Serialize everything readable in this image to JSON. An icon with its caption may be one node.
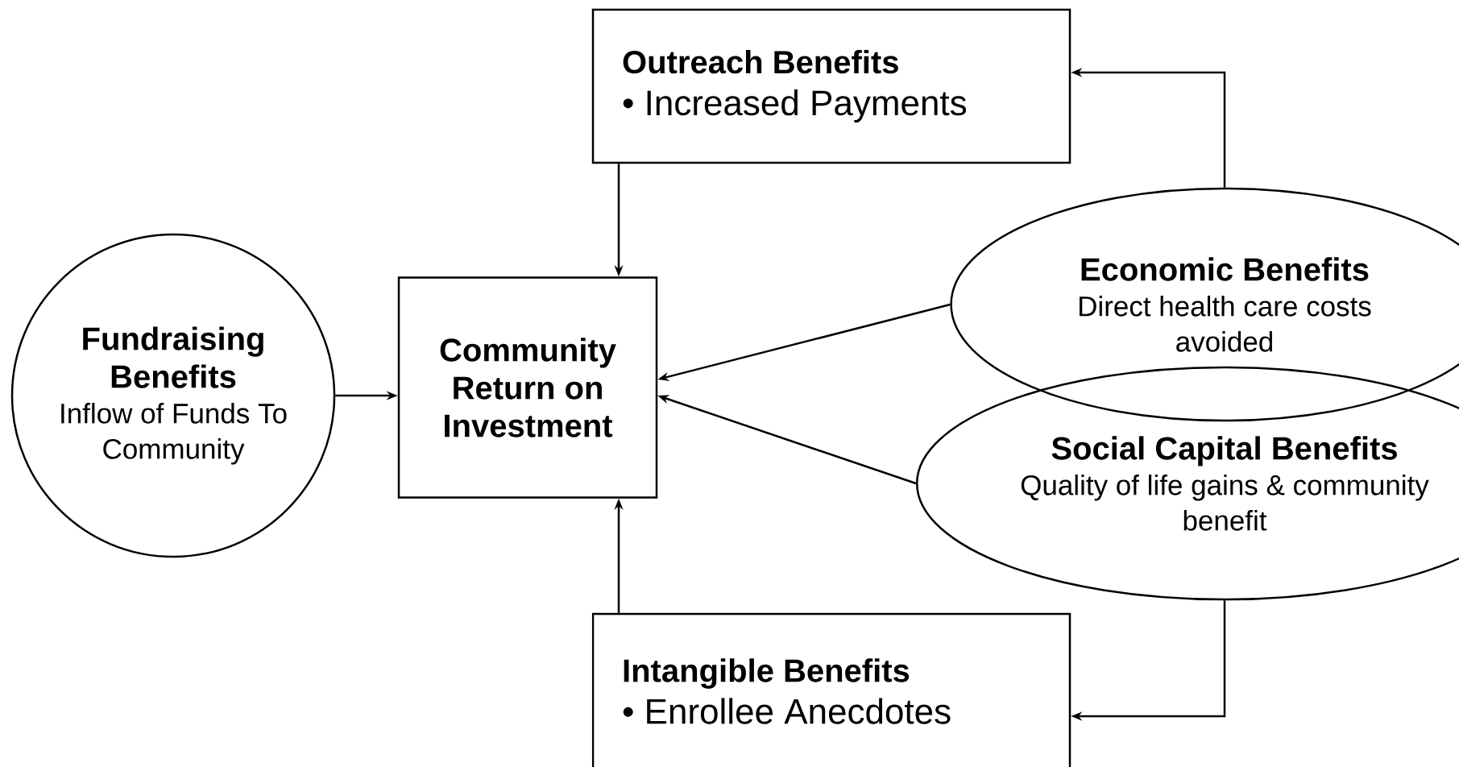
{
  "diagram": {
    "nodes": [
      {
        "text": [
          "Outreach Benefits",
          "• Increased Payments"
        ]
      },
      {
        "text": [
          "Fundraising Benefits",
          "Inflow of Funds To Community"
        ]
      },
      {
        "text": [
          "Community Return on Investment"
        ]
      },
      {
        "text": [
          "Economic Benefits",
          "Direct health care costs avoided"
        ]
      },
      {
        "text": [
          "Social Capital Benefits",
          "Quality of life gains & community benefit"
        ]
      },
      {
        "text": [
          "Intangible Benefits",
          "• Enrollee Anecdotes"
        ]
      }
    ],
    "edges": [
      {
        "from": 0,
        "to": 2,
        "arrow": "to"
      },
      {
        "from": 3,
        "to": 0,
        "arrow": "to"
      },
      {
        "from": 1,
        "to": 2,
        "arrow": "to"
      },
      {
        "from": 3,
        "to": 2,
        "arrow": "to"
      },
      {
        "from": 4,
        "to": 2,
        "arrow": "to"
      },
      {
        "from": 5,
        "to": 2,
        "arrow": "to"
      },
      {
        "from": 4,
        "to": 5,
        "arrow": "to"
      }
    ]
  }
}
